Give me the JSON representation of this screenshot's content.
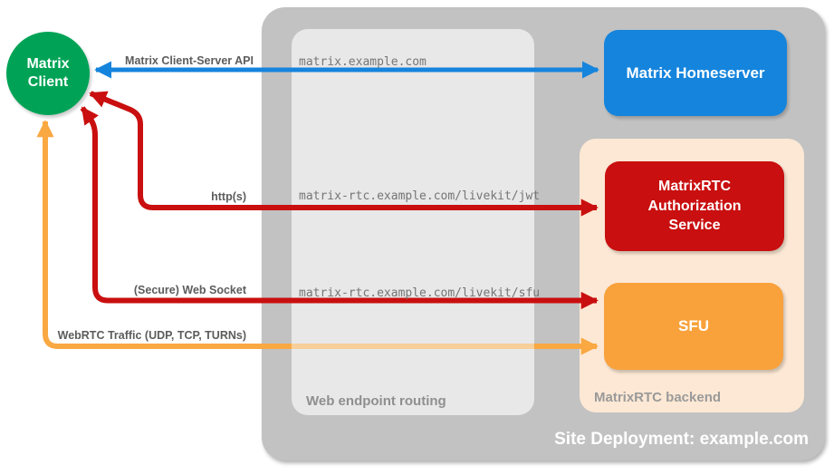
{
  "site": {
    "caption": "Site Deployment: example.com",
    "bg_color": "#c2c2c2"
  },
  "client": {
    "lines": [
      "Matrix",
      "Client"
    ],
    "color": "#00a356"
  },
  "homeserver": {
    "label": "Matrix Homeserver",
    "color": "#1584dd"
  },
  "routing": {
    "caption": "Web endpoint routing",
    "bg_color": "#e8e8e8",
    "endpoints": [
      "matrix.example.com",
      "matrix-rtc.example.com/livekit/jwt",
      "matrix-rtc.example.com/livekit/sfu"
    ]
  },
  "backend": {
    "caption": "MatrixRTC backend",
    "bg_color": "#fce8d4",
    "auth_service_label": "MatrixRTC Authorization Service",
    "auth_service_color": "#c90f0f",
    "sfu_label": "SFU",
    "sfu_color": "#f9a23c"
  },
  "connections": [
    {
      "label": "Matrix Client-Server API",
      "color": "#1584dd",
      "from": "Matrix Client",
      "to": "Matrix Homeserver",
      "bidirectional": true
    },
    {
      "label": "http(s)",
      "color": "#c90f0f",
      "from": "Matrix Client",
      "to": "MatrixRTC Authorization Service",
      "bidirectional": true
    },
    {
      "label": "(Secure) Web Socket",
      "color": "#c90f0f",
      "from": "Matrix Client",
      "to": "SFU",
      "bidirectional": true
    },
    {
      "label": "WebRTC Traffic (UDP, TCP, TURNs)",
      "color": "#f9a842",
      "from": "Matrix Client",
      "to": "SFU",
      "bidirectional": true
    }
  ]
}
